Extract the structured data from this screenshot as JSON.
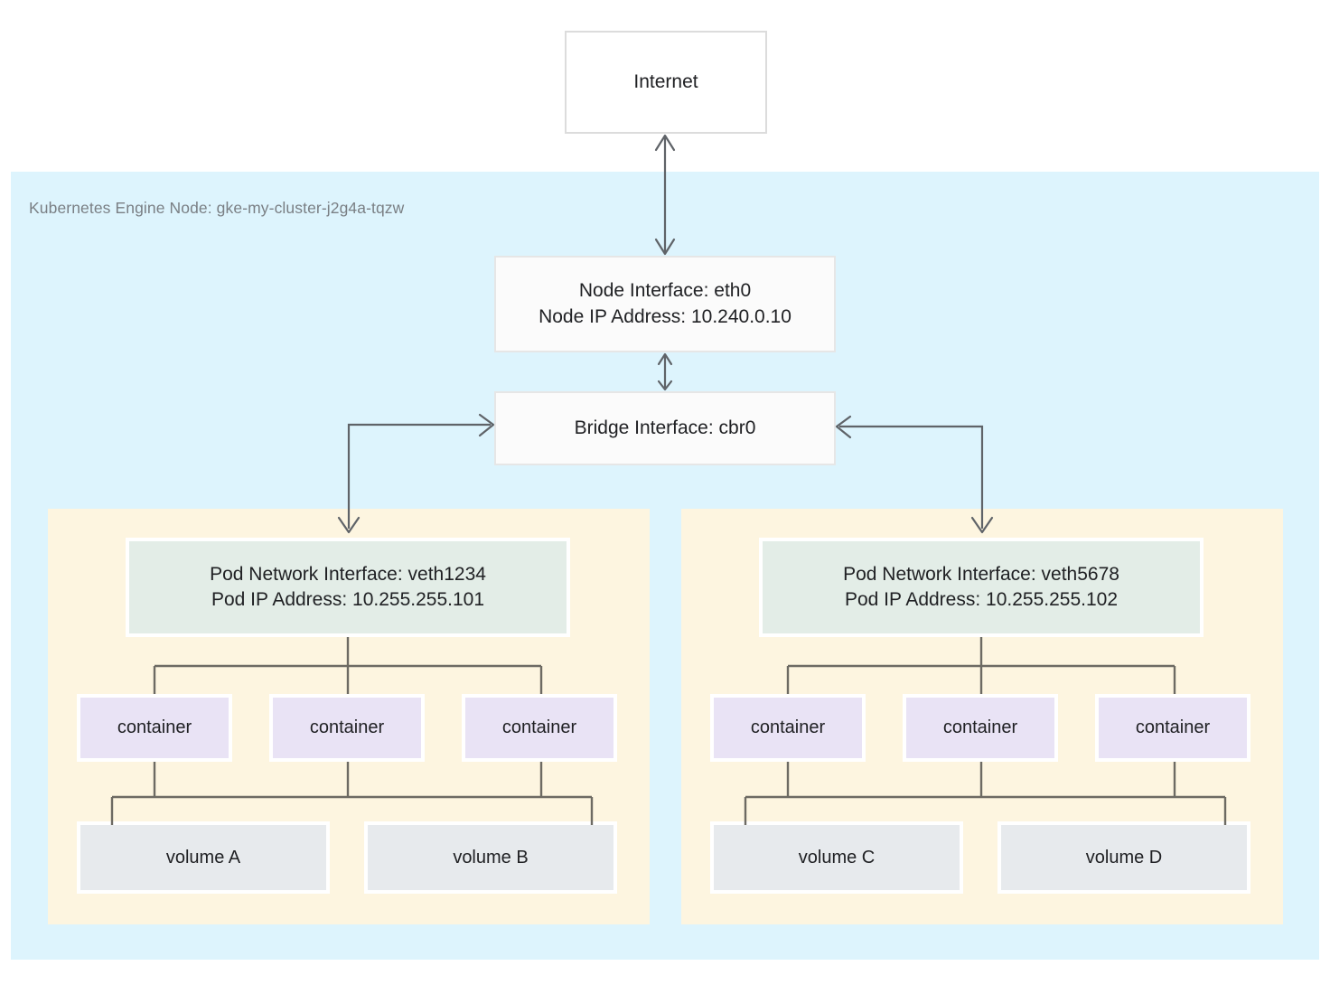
{
  "diagram": {
    "title_text": "Internet",
    "internet": {
      "label": "Internet"
    },
    "node_region": {
      "label": "Kubernetes Engine Node: gke-my-cluster-j2g4a-tqzw",
      "background_color": "#ddf4fd"
    },
    "node_interface": {
      "line1": "Node Interface: eth0",
      "line2": "Node IP Address: 10.240.0.10"
    },
    "bridge_interface": {
      "label": "Bridge Interface: cbr0"
    },
    "pods": [
      {
        "background_color": "#fdf5e0",
        "interface": {
          "line1": "Pod Network Interface: veth1234",
          "line2": "Pod IP Address: 10.255.255.101",
          "background_color": "#e3ede7"
        },
        "containers": [
          {
            "label": "container"
          },
          {
            "label": "container"
          },
          {
            "label": "container"
          }
        ],
        "volumes": [
          {
            "label": "volume A"
          },
          {
            "label": "volume B"
          }
        ]
      },
      {
        "background_color": "#fdf5e0",
        "interface": {
          "line1": "Pod Network Interface: veth5678",
          "line2": "Pod IP Address: 10.255.255.102",
          "background_color": "#e3ede7"
        },
        "containers": [
          {
            "label": "container"
          },
          {
            "label": "container"
          },
          {
            "label": "container"
          }
        ],
        "volumes": [
          {
            "label": "volume C"
          },
          {
            "label": "volume D"
          }
        ]
      }
    ],
    "colors": {
      "container_fill": "#e9e3f5",
      "volume_fill": "#e7eaed",
      "edge_stroke": "#5f6368",
      "text": "#202124",
      "muted_text": "#7a7f84"
    }
  }
}
